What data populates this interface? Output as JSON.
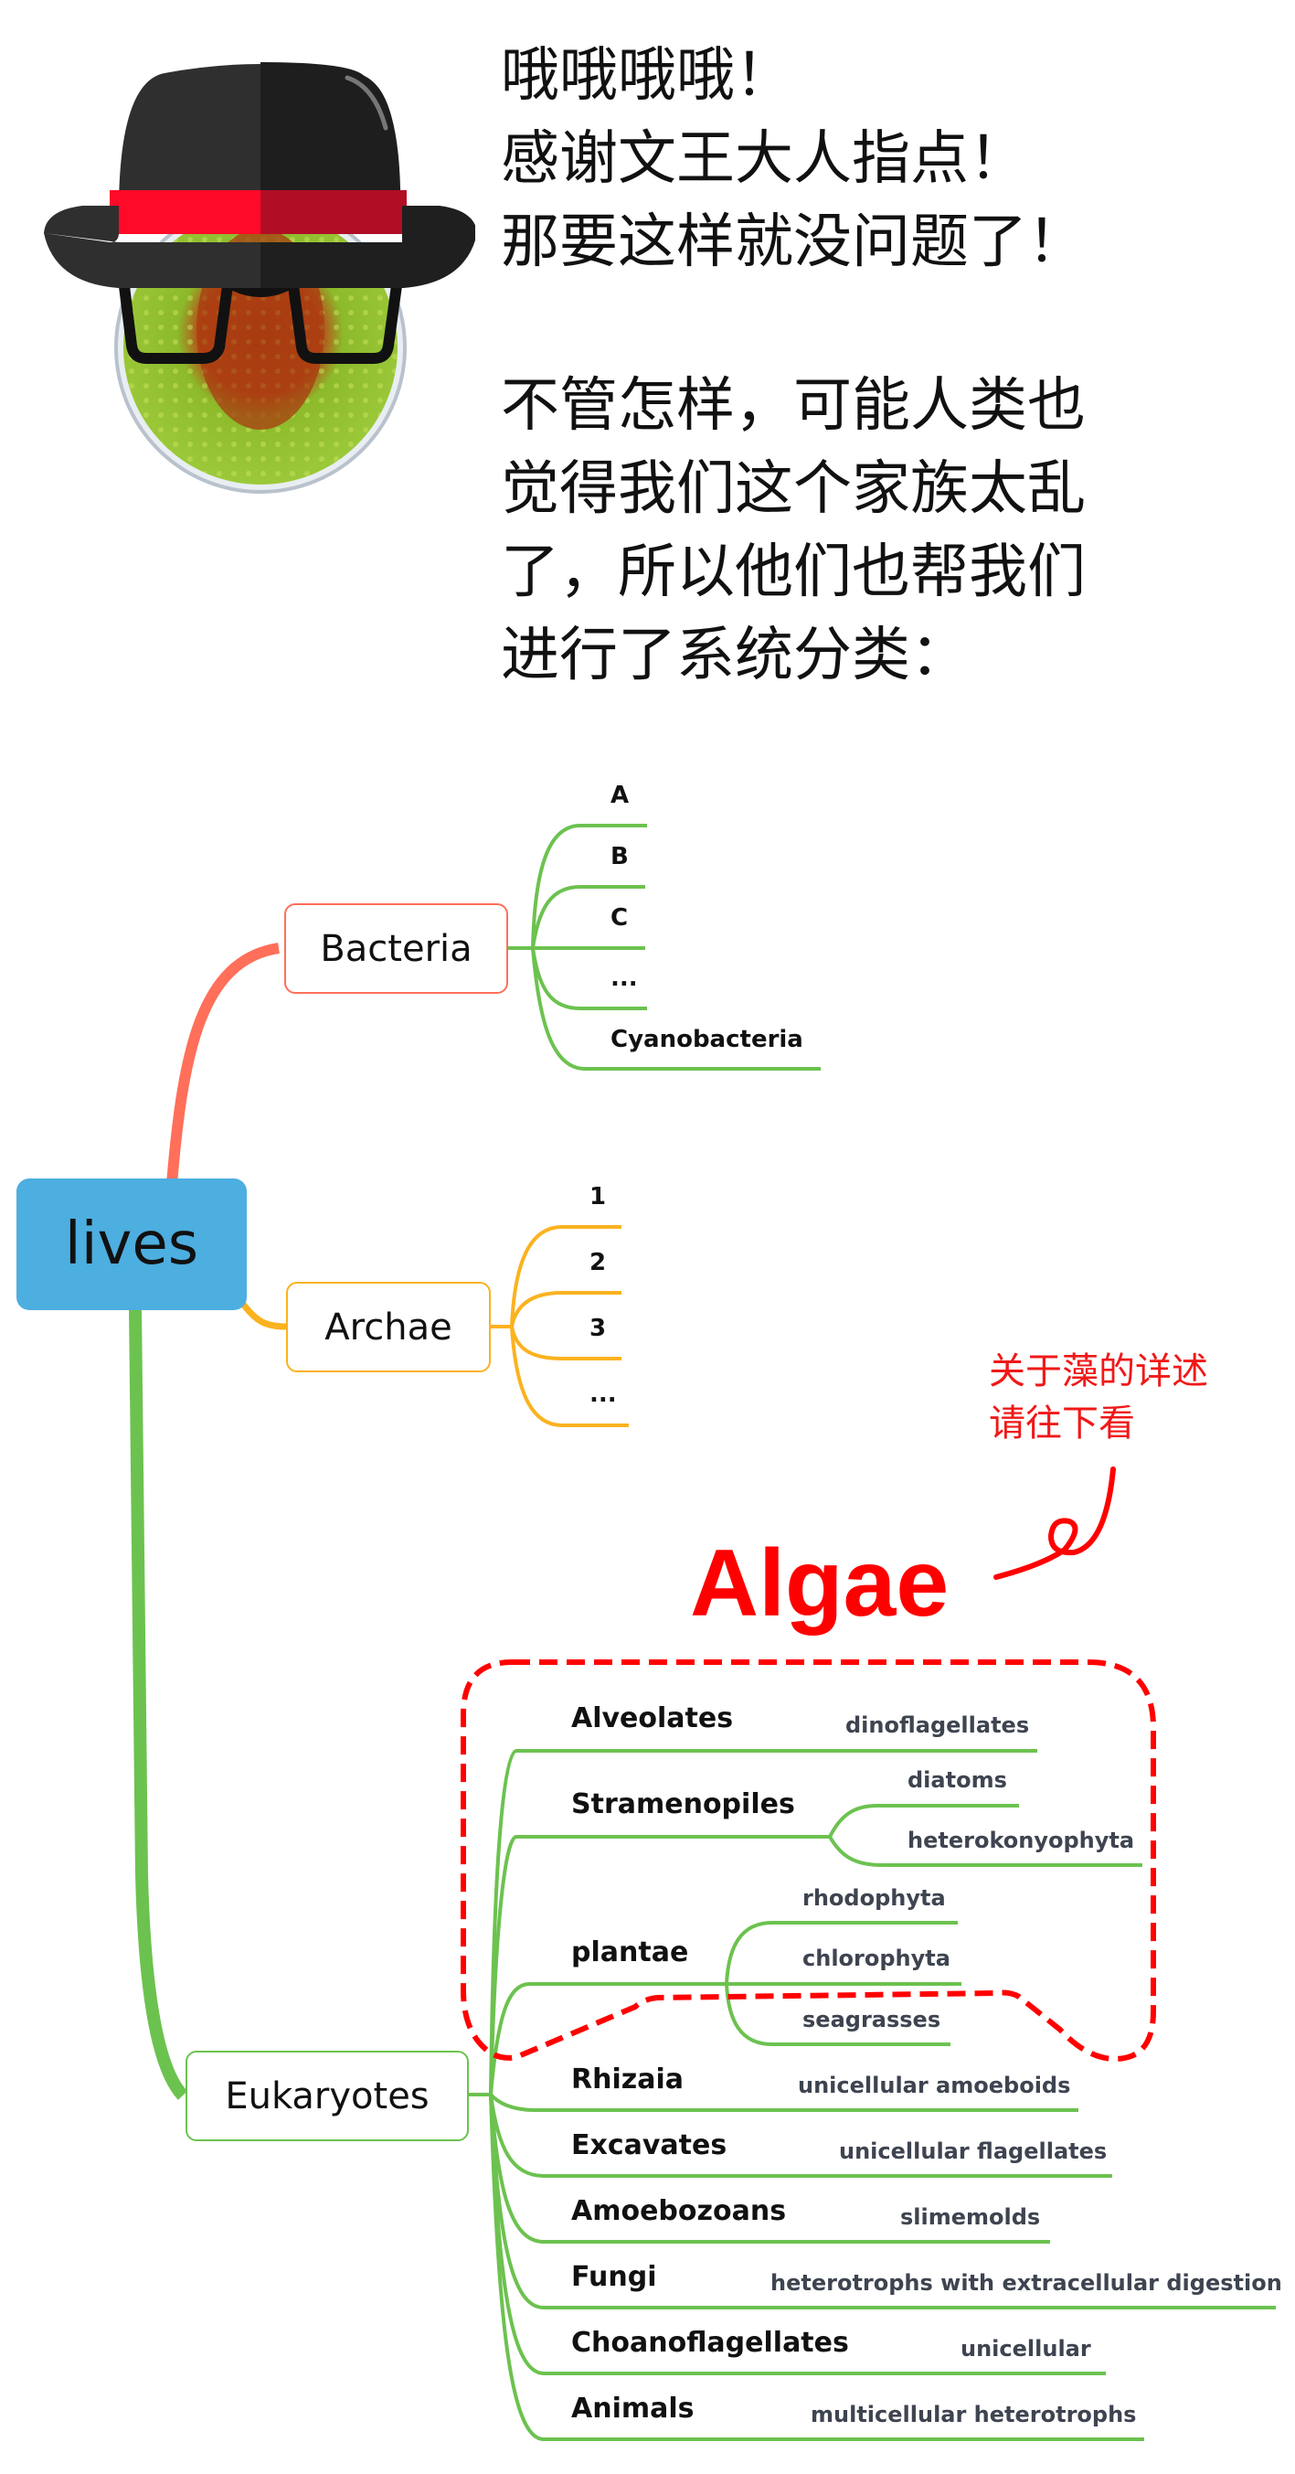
{
  "intro": {
    "lines_top": [
      "哦哦哦哦！",
      "感谢文王大人指点！",
      "那要这样就没问题了！"
    ],
    "lines_bottom": [
      "不管怎样，可能人类也",
      "觉得我们这个家族太乱",
      "了，所以他们也帮我们",
      "进行了系统分类："
    ]
  },
  "avatar": {
    "icon": "algae-cell-with-bowler-hat-and-glasses-icon"
  },
  "colors": {
    "root": "#4daee0",
    "bacteria": "#ff6f5a",
    "archae": "#fbb21f",
    "eukaryotes": "#6cc24f",
    "leaf_branch": "#6cc24f",
    "highlight": "#ff0000",
    "subtext": "#3e4450"
  },
  "mindmap": {
    "root": "lives",
    "bacteria": {
      "label": "Bacteria",
      "children": [
        "A",
        "B",
        "C",
        "...",
        "Cyanobacteria"
      ]
    },
    "archae": {
      "label": "Archae",
      "children": [
        "1",
        "2",
        "3",
        "..."
      ]
    },
    "eukaryotes": {
      "label": "Eukaryotes",
      "children": [
        {
          "label": "Alveolates",
          "notes": [
            "dinoflagellates"
          ]
        },
        {
          "label": "Stramenopiles",
          "notes": [
            "diatoms",
            "heterokonyophyta"
          ]
        },
        {
          "label": "plantae",
          "notes": [
            "rhodophyta",
            "chlorophyta",
            "seagrasses"
          ]
        },
        {
          "label": "Rhizaia",
          "notes": [
            "unicellular amoeboids"
          ]
        },
        {
          "label": "Excavates",
          "notes": [
            "unicellular flagellates"
          ]
        },
        {
          "label": "Amoebozoans",
          "notes": [
            "slimemolds"
          ]
        },
        {
          "label": "Fungi",
          "notes": [
            "heterotrophs with extracellular digestion"
          ]
        },
        {
          "label": "Choanoflagellates",
          "notes": [
            "unicellular"
          ]
        },
        {
          "label": "Animals",
          "notes": [
            "multicellular heterotrophs"
          ]
        }
      ]
    }
  },
  "annotations": {
    "algae_title": "Algae",
    "note_lines": [
      "关于藻的详述",
      "请往下看"
    ]
  }
}
